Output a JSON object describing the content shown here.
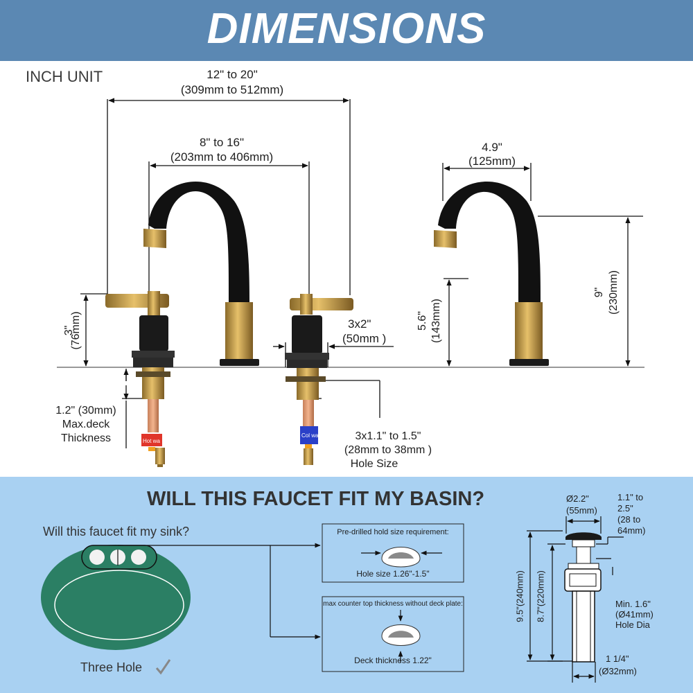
{
  "header": {
    "title": "DIMENSIONS"
  },
  "unit_label": "INCH UNIT",
  "top_dims": {
    "overall_in": "12\" to 20\"",
    "overall_mm": "(309mm to 512mm)",
    "center_in": "8\" to 16\"",
    "center_mm": "(203mm to 406mm)",
    "spout_reach_in": "4.9\"",
    "spout_reach_mm": "(125mm)",
    "handle_height_in": "3\"",
    "handle_height_mm": "(76mm)",
    "base_in": "3x2\"",
    "base_mm": "(50mm )",
    "spout_height_in": "9\"",
    "spout_height_mm": "(230mm)",
    "spout_outlet_in": "5.6\"",
    "spout_outlet_mm": "(143mm)",
    "deck_line1": "1.2\" (30mm)",
    "deck_line2": "Max.deck",
    "deck_line3": "Thickness",
    "hole_line1": "3x1.1\" to 1.5\"",
    "hole_line2": "(28mm to 38mm )",
    "hole_line3": "Hole Size",
    "hot_tag": "Hot wa",
    "cold_tag": "Col wa"
  },
  "fit": {
    "title": "WILL THIS FAUCET FIT MY BASIN?",
    "question": "Will this faucet fit my sink?",
    "three_hole": "Three Hole",
    "box1_title": "Pre-drilled hold size requirement:",
    "box1_value": "Hole size 1.26\"-1.5\"",
    "box2_title": "max counter top thickness without deck plate:",
    "box2_value": "Deck thickness 1.22\""
  },
  "drain": {
    "dia_in": "Ø2.2\"",
    "dia_mm": "(55mm)",
    "adj_line1": "1.1\" to",
    "adj_line2": "2.5\"",
    "adj_line3": "(28 to",
    "adj_line4": "64mm)",
    "overall_len": "9.5\"(240mm)",
    "body_len": "8.7\"(220mm)",
    "hole_line1": "Min. 1.6\"",
    "hole_line2": "(Ø41mm)",
    "hole_line3": "Hole Dia",
    "pipe_in": "1 1/4\"",
    "pipe_mm": "(Ø32mm)"
  }
}
